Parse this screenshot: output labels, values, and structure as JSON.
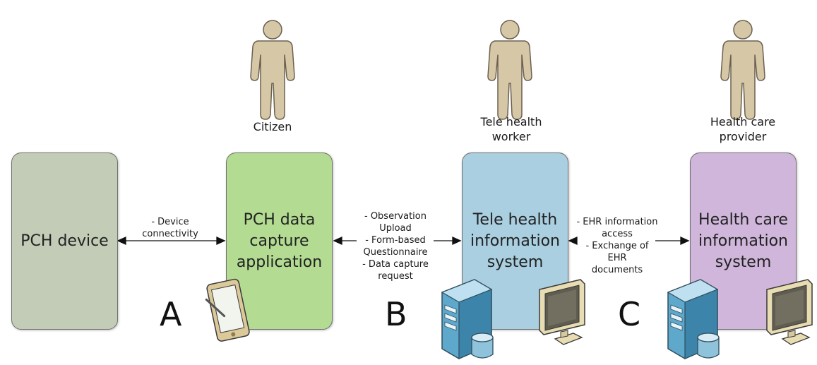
{
  "actors": {
    "citizen": "Citizen",
    "tele_worker_line1": "Tele health",
    "tele_worker_line2": "worker",
    "provider_line1": "Health care",
    "provider_line2": "provider"
  },
  "boxes": {
    "pch_device": "PCH device",
    "capture_line1": "PCH data",
    "capture_line2": "capture",
    "capture_line3": "application",
    "tele_line1": "Tele health",
    "tele_line2": "information",
    "tele_line3": "system",
    "provider_line1": "Health care",
    "provider_line2": "information",
    "provider_line3": "system"
  },
  "connections": {
    "a_line1": "- Device",
    "a_line2": "connectivity",
    "b_line1": "- Observation",
    "b_line2": "Upload",
    "b_line3": "- Form-based",
    "b_line4": "Questionnaire",
    "b_line5": "- Data capture",
    "b_line6": "request",
    "c_line1": "- EHR information",
    "c_line2": "access",
    "c_line3": "- Exchange of EHR",
    "c_line4": "documents"
  },
  "interface_letters": {
    "a": "A",
    "b": "B",
    "c": "C"
  },
  "colors": {
    "pch_device": "#c3ccb6",
    "capture": "#b3dc92",
    "tele": "#a9cfe0",
    "provider": "#cfb6da",
    "actor": "#d6c8a6"
  },
  "icons": [
    "person-icon",
    "tablet-icon",
    "server-icon",
    "monitor-icon",
    "database-icon"
  ]
}
